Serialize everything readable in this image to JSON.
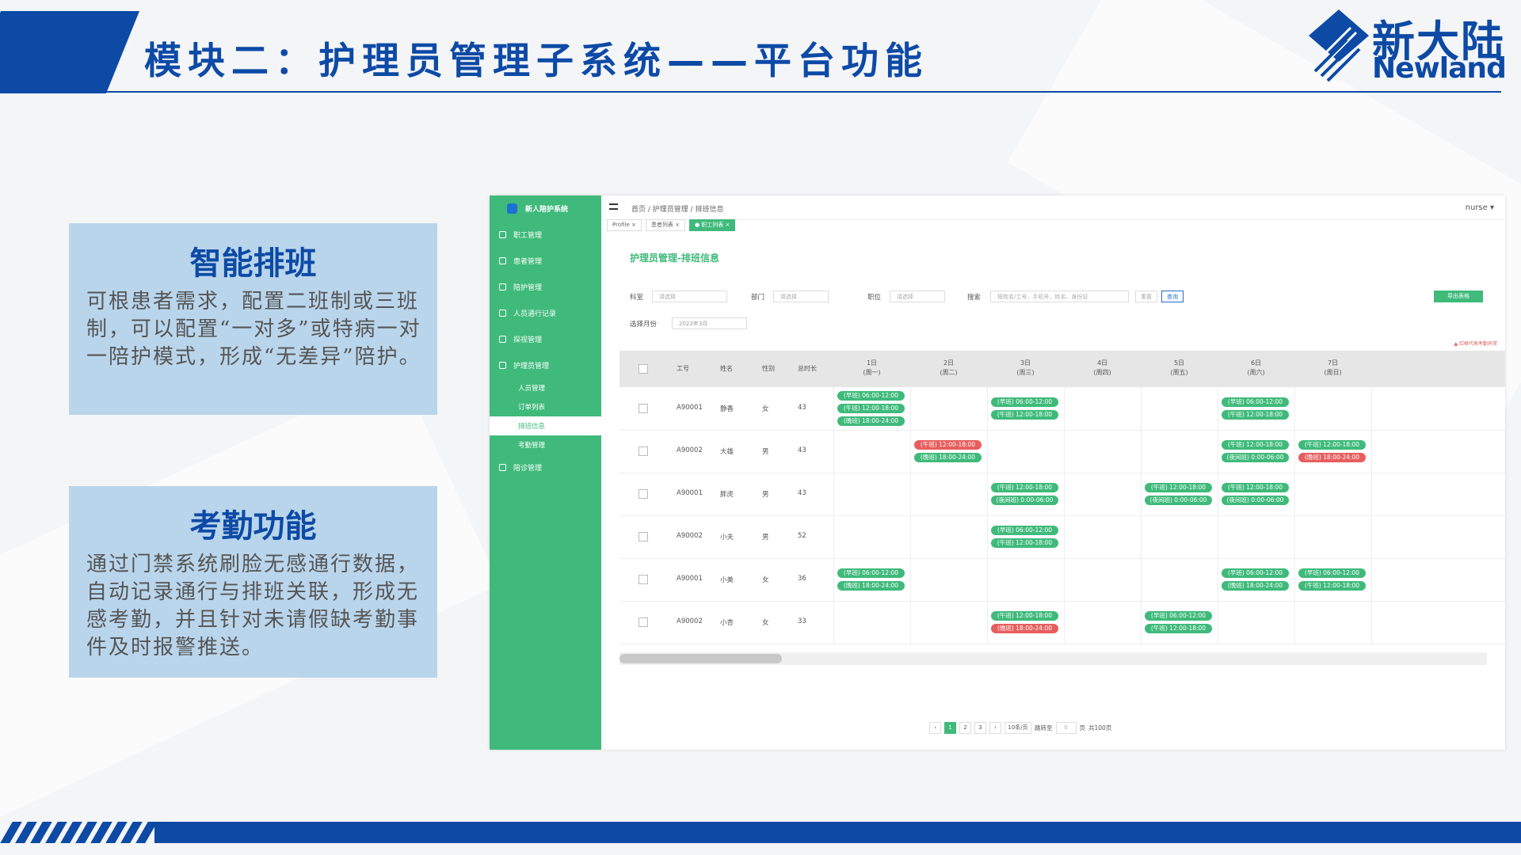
{
  "slide": {
    "title": "模块二：护理员管理子系统——平台功能",
    "logo_cn": "新大陆",
    "logo_en": "Newland",
    "brand_color": "#0d4aa6"
  },
  "features": [
    {
      "title": "智能排班",
      "text": "可根患者需求，配置二班制或三班制，可以配置“一对多”或特病一对一陪护模式，形成“无差异”陪护。"
    },
    {
      "title": "考勤功能",
      "text": "通过门禁系统刷脸无感通行数据，自动记录通行与排班关联，形成无感考勤，并且针对未请假缺考勤事件及时报警推送。"
    }
  ],
  "app": {
    "system_name": "新人陪护系统",
    "accent": "#3fba7b",
    "sidebar": [
      {
        "label": "职工管理",
        "icon": "user-icon"
      },
      {
        "label": "患者管理",
        "icon": "patient-icon"
      },
      {
        "label": "陪护管理",
        "icon": "care-icon"
      },
      {
        "label": "人员通行记录",
        "icon": "folder-icon"
      },
      {
        "label": "探视管理",
        "icon": "calendar-icon"
      },
      {
        "label": "护理员管理",
        "icon": "bed-icon"
      }
    ],
    "sidebar_sub": [
      "人员管理",
      "订单列表",
      "排班信息",
      "考勤管理"
    ],
    "sidebar_last": {
      "label": "陪诊管理",
      "icon": "people-icon"
    },
    "breadcrumb": "首页  /  护理员管理  /  排班信息",
    "user": "nurse",
    "tabs": [
      "Profile",
      "患者列表",
      "职工列表"
    ],
    "panel_title": "护理员管理-排班信息",
    "filters": {
      "ward_label": "科室",
      "ward_ph": "请选择",
      "dept_label": "部门",
      "dept_ph": "请选择",
      "post_label": "职位",
      "post_ph": "请选择",
      "search_label": "搜索",
      "search_ph": "按姓名/工号、手机号、姓名、身份证",
      "reset": "重置",
      "query": "查询",
      "month_label": "选择月份",
      "month_value": "2023年3月",
      "export": "导出表格"
    },
    "note": "▲ 红框代表考勤异常",
    "columns": [
      "工号",
      "姓名",
      "性别",
      "总时长"
    ],
    "days": [
      {
        "d": "1日",
        "w": "(周一)"
      },
      {
        "d": "2日",
        "w": "(周二)"
      },
      {
        "d": "3日",
        "w": "(周三)"
      },
      {
        "d": "4日",
        "w": "(周四)"
      },
      {
        "d": "5日",
        "w": "(周五)"
      },
      {
        "d": "6日",
        "w": "(周六)"
      },
      {
        "d": "7日",
        "w": "(周日)"
      }
    ],
    "rows": [
      {
        "id": "A90001",
        "name": "静香",
        "sex": "女",
        "hours": "43"
      },
      {
        "id": "A90002",
        "name": "大雄",
        "sex": "男",
        "hours": "43"
      },
      {
        "id": "A90001",
        "name": "胖虎",
        "sex": "男",
        "hours": "43"
      },
      {
        "id": "A90002",
        "name": "小夫",
        "sex": "男",
        "hours": "52"
      },
      {
        "id": "A90001",
        "name": "小美",
        "sex": "女",
        "hours": "36"
      },
      {
        "id": "A90002",
        "name": "小杏",
        "sex": "女",
        "hours": "33"
      }
    ],
    "shifts": [
      {
        "row": 0,
        "day": 0,
        "label": "(早班) 06:00-12:00",
        "alert": false
      },
      {
        "row": 0,
        "day": 0,
        "label": "(午班) 12:00-18:00",
        "alert": false
      },
      {
        "row": 0,
        "day": 0,
        "label": "(晚班) 18:00-24:00",
        "alert": false
      },
      {
        "row": 0,
        "day": 2,
        "label": "(早班) 06:00-12:00",
        "alert": false
      },
      {
        "row": 0,
        "day": 2,
        "label": "(午班) 12:00-18:00",
        "alert": false
      },
      {
        "row": 0,
        "day": 5,
        "label": "(早班) 06:00-12:00",
        "alert": false
      },
      {
        "row": 0,
        "day": 5,
        "label": "(午班) 12:00-18:00",
        "alert": false
      },
      {
        "row": 1,
        "day": 1,
        "label": "(午班) 12:00-18:00",
        "alert": true
      },
      {
        "row": 1,
        "day": 1,
        "label": "(晚班) 18:00-24:00",
        "alert": false
      },
      {
        "row": 1,
        "day": 5,
        "label": "(午班) 12:00-18:00",
        "alert": false
      },
      {
        "row": 1,
        "day": 5,
        "label": "(夜间班) 0:00-06:00",
        "alert": false
      },
      {
        "row": 1,
        "day": 6,
        "label": "(午班) 12:00-18:00",
        "alert": false
      },
      {
        "row": 1,
        "day": 6,
        "label": "(晚班) 18:00-24:00",
        "alert": true
      },
      {
        "row": 2,
        "day": 2,
        "label": "(午班) 12:00-18:00",
        "alert": false
      },
      {
        "row": 2,
        "day": 2,
        "label": "(夜间班) 0:00-06:00",
        "alert": false
      },
      {
        "row": 2,
        "day": 4,
        "label": "(午班) 12:00-18:00",
        "alert": false
      },
      {
        "row": 2,
        "day": 4,
        "label": "(夜间班) 0:00-06:00",
        "alert": false
      },
      {
        "row": 2,
        "day": 5,
        "label": "(午班) 12:00-18:00",
        "alert": false
      },
      {
        "row": 2,
        "day": 5,
        "label": "(夜间班) 0:00-06:00",
        "alert": false
      },
      {
        "row": 3,
        "day": 2,
        "label": "(早班) 06:00-12:00",
        "alert": false
      },
      {
        "row": 3,
        "day": 2,
        "label": "(午班) 12:00-18:00",
        "alert": false
      },
      {
        "row": 4,
        "day": 0,
        "label": "(早班) 06:00-12:00",
        "alert": false
      },
      {
        "row": 4,
        "day": 0,
        "label": "(晚班) 18:00-24:00",
        "alert": false
      },
      {
        "row": 4,
        "day": 5,
        "label": "(早班) 06:00-12:00",
        "alert": false
      },
      {
        "row": 4,
        "day": 5,
        "label": "(晚班) 18:00-24:00",
        "alert": false
      },
      {
        "row": 4,
        "day": 6,
        "label": "(早班) 06:00-12:00",
        "alert": false
      },
      {
        "row": 4,
        "day": 6,
        "label": "(午班) 12:00-18:00",
        "alert": false
      },
      {
        "row": 5,
        "day": 2,
        "label": "(午班) 12:00-18:00",
        "alert": false
      },
      {
        "row": 5,
        "day": 2,
        "label": "(晚班) 18:00-24:00",
        "alert": true
      },
      {
        "row": 5,
        "day": 4,
        "label": "(早班) 06:00-12:00",
        "alert": false
      },
      {
        "row": 5,
        "day": 4,
        "label": "(午班) 12:00-18:00",
        "alert": false
      }
    ],
    "pager": {
      "pages": [
        "1",
        "2",
        "3"
      ],
      "current": "1",
      "per_page": "10条/页",
      "goto": "跳转至",
      "goto_value": "0",
      "page_unit": "页",
      "total": "共100页"
    }
  }
}
